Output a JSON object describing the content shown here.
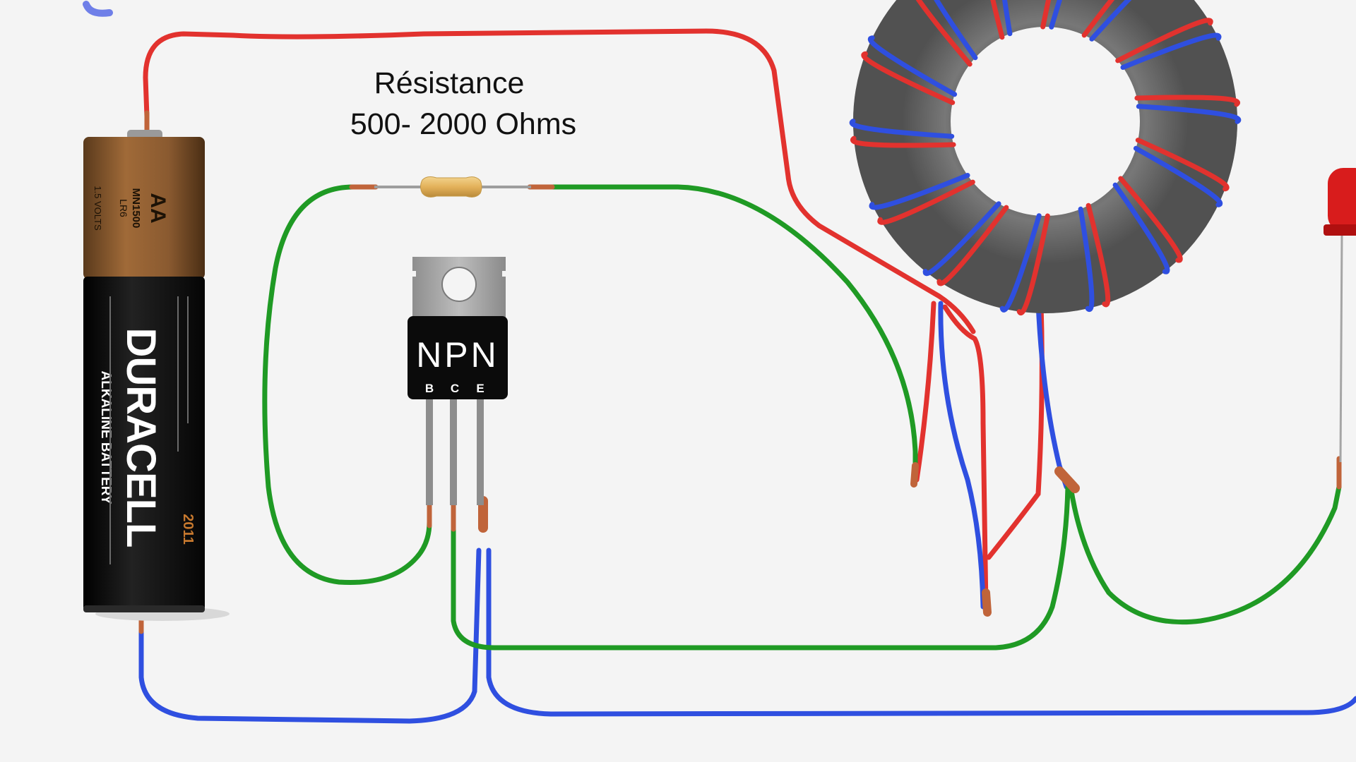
{
  "resistor_label": {
    "line1": "Résistance",
    "line2": "500- 2000 Ohms"
  },
  "transistor": {
    "type": "NPN",
    "pins": [
      "B",
      "C",
      "E"
    ]
  },
  "battery": {
    "brand": "DURACELL",
    "type": "ALKALINE BATTERY",
    "size": "AA",
    "model": "MN1500",
    "iec": "LR6",
    "voltage": "1.5 VOLTS",
    "year": "2011"
  },
  "colors": {
    "background": "#f4f4f4",
    "wire_red": "#e2322e",
    "wire_blue": "#2f4fe0",
    "wire_green": "#1f9a24",
    "copper": "#c0643a",
    "toroid": "#6c6c6c",
    "battery_copper": "#8a5a30",
    "battery_black": "#0e0e0e",
    "led_red": "#d81c1c"
  }
}
